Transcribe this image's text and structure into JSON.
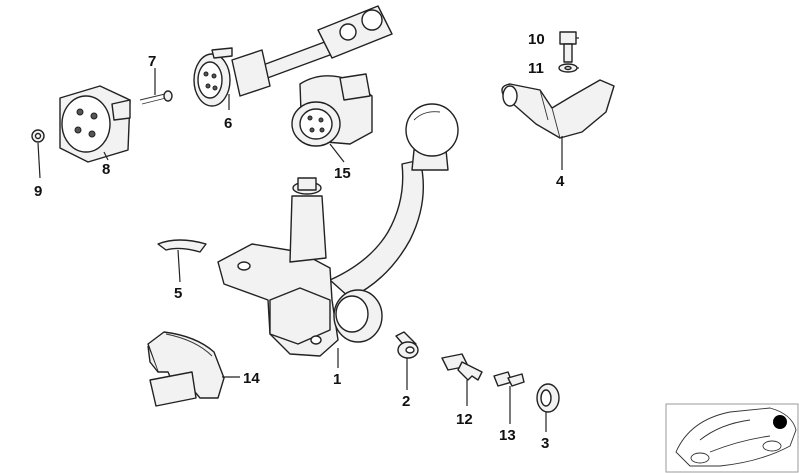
{
  "diagram": {
    "callouts": [
      {
        "id": "1",
        "text": "1"
      },
      {
        "id": "2",
        "text": "2"
      },
      {
        "id": "3",
        "text": "3"
      },
      {
        "id": "4",
        "text": "4"
      },
      {
        "id": "5",
        "text": "5"
      },
      {
        "id": "6",
        "text": "6"
      },
      {
        "id": "7",
        "text": "7"
      },
      {
        "id": "8",
        "text": "8"
      },
      {
        "id": "9",
        "text": "9"
      },
      {
        "id": "10",
        "text": "10"
      },
      {
        "id": "11",
        "text": "11"
      },
      {
        "id": "12",
        "text": "12"
      },
      {
        "id": "13",
        "text": "13"
      },
      {
        "id": "14",
        "text": "14"
      },
      {
        "id": "15",
        "text": "15"
      }
    ],
    "colors": {
      "line": "#222222",
      "fill_light": "#f2f2f2",
      "marker": "#000000",
      "background": "#ffffff"
    }
  }
}
